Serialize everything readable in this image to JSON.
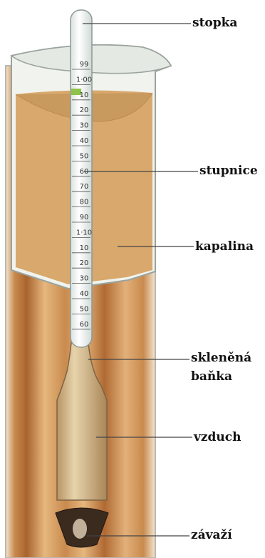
{
  "labels": {
    "stopka": "stopka",
    "stupnice": "stupnice",
    "kapalina": "kapalina",
    "banka_line1": "skleněná",
    "banka_line2": "baňka",
    "vzduch": "vzduch",
    "zavazi": "závaží"
  },
  "scale_ticks": [
    "99",
    "1·00",
    "10",
    "20",
    "30",
    "40",
    "50",
    "60",
    "70",
    "80",
    "90",
    "1·10",
    "10",
    "20",
    "30",
    "40",
    "50",
    "60"
  ],
  "colors": {
    "liquid": "#d8a86c",
    "jar_stripe_dark": "#a8642e",
    "jar_stripe_light": "#e6b77e",
    "glass": "#eef3f1",
    "weight": "#3b2a1e",
    "leader_line": "#444444",
    "highlight_tick": "#8fc24a"
  }
}
